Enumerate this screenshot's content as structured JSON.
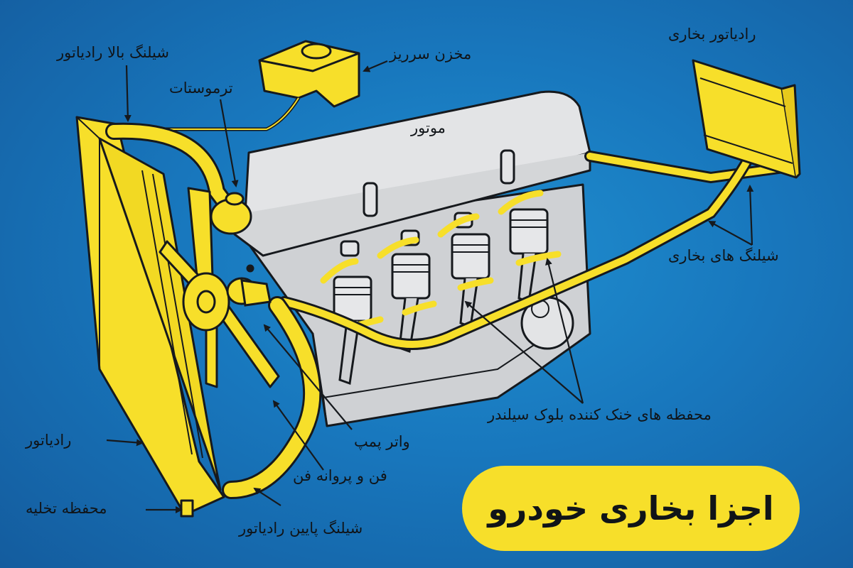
{
  "title": "اجزا بخاری خودرو",
  "labels": {
    "upper_hose": "شیلنگ بالا رادیاتور",
    "thermostat": "ترموستات",
    "overflow_tank": "مخزن سرریز",
    "engine": "موتور",
    "heater_core": "رادیاتور بخاری",
    "heater_hoses": "شیلنگ های بخاری",
    "cooling_jackets": "محفظه های خنک کننده بلوک سیلندر",
    "water_pump": "واتر پمپ",
    "fan": "فن و پروانه فن",
    "lower_hose": "شیلنگ پایین رادیاتور",
    "radiator": "رادیاتور",
    "drain": "محفظه تخلیه"
  },
  "colors": {
    "background": "#1877bd",
    "component_yellow": "#f7df2a",
    "engine_gray": "#dfe0e2",
    "outline": "#16191d"
  }
}
